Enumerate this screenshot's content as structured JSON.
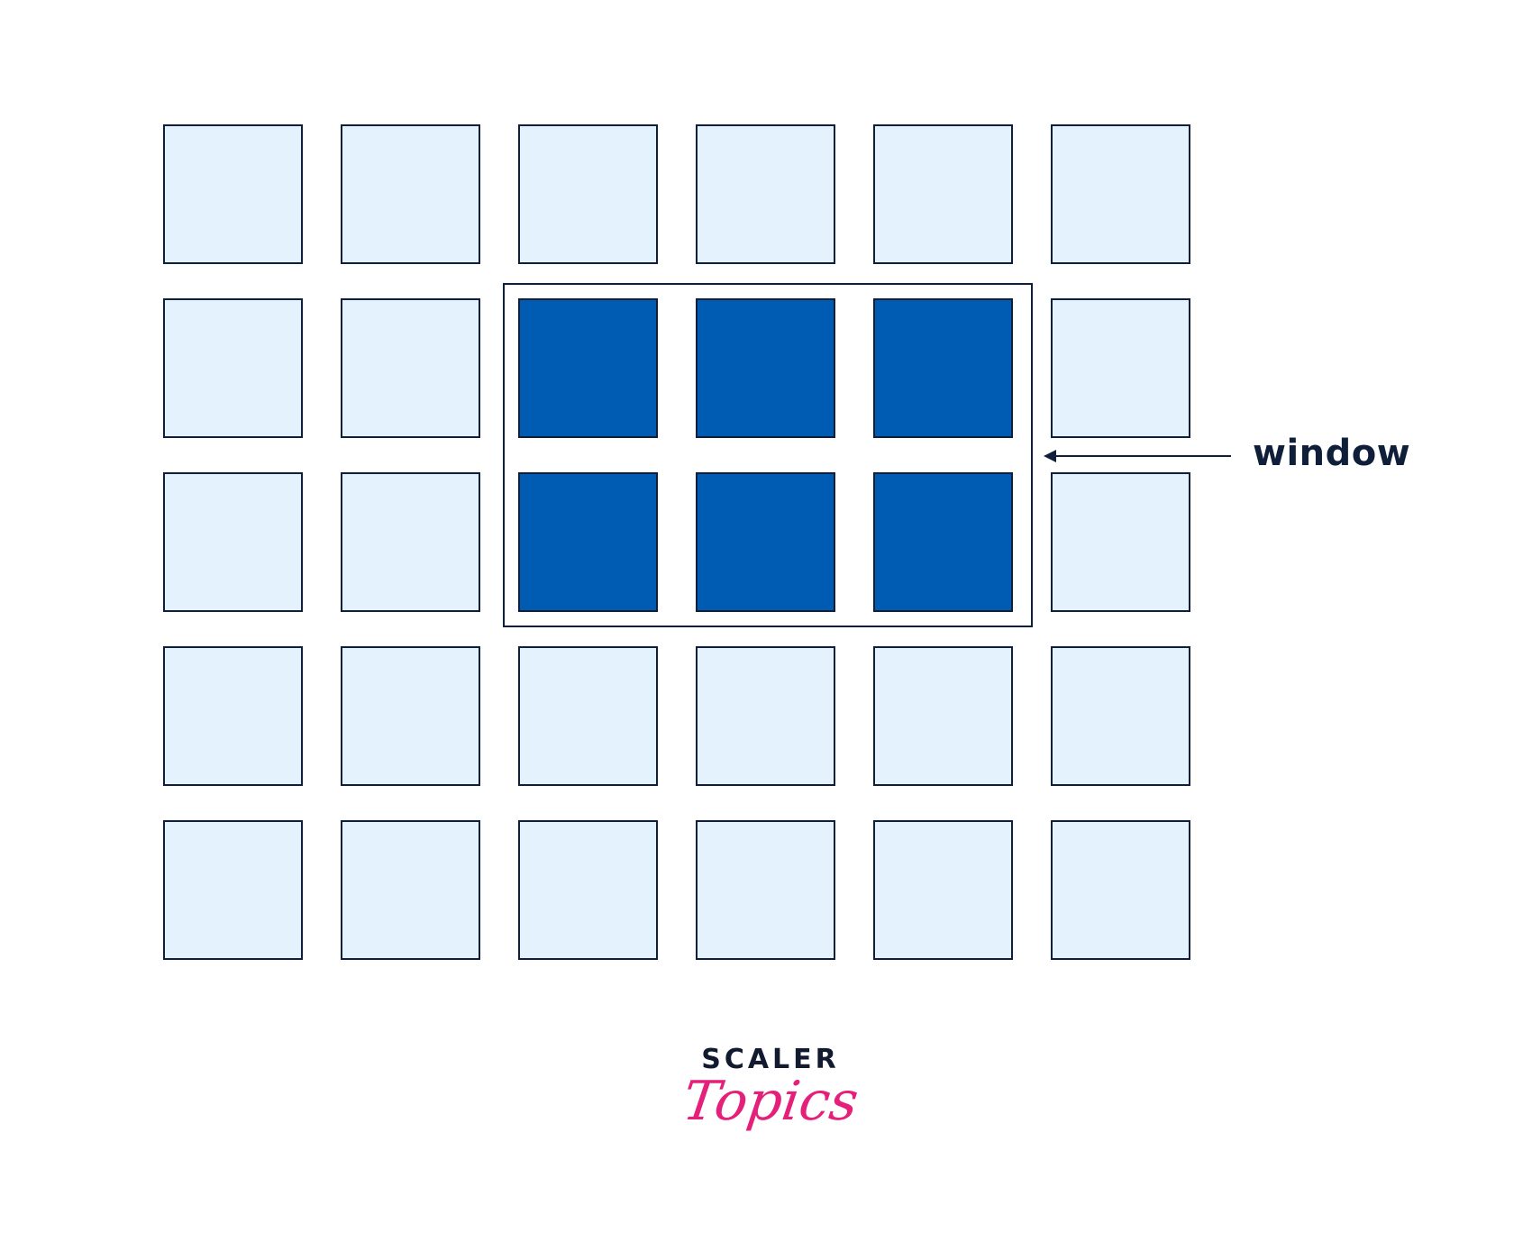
{
  "diagram": {
    "grid": {
      "rows": 5,
      "cols": 6
    },
    "window": {
      "rows": [
        1,
        2
      ],
      "cols": [
        2,
        3,
        4
      ]
    },
    "label": "window",
    "colors": {
      "cell": "#e4f2fd",
      "highlight": "#005bb3",
      "border": "#0f1f3a"
    }
  },
  "logo": {
    "line1": "SCALER",
    "line2": "Topics",
    "accent": "#e5207a"
  }
}
